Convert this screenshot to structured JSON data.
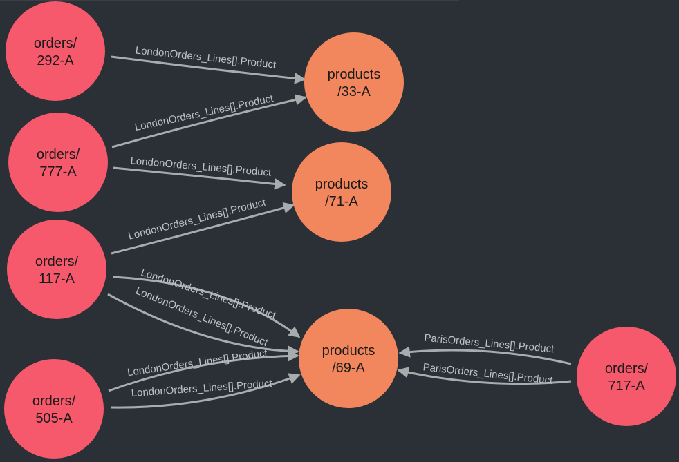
{
  "colors": {
    "background": "#2b3036",
    "order_node": "#f5596b",
    "product_node": "#f2865c",
    "edge": "#a9acaf",
    "edge_label": "#bfc2c5",
    "node_text": "#1a1a1a"
  },
  "nodes": [
    {
      "id": "o292",
      "kind": "order",
      "line1": "orders/",
      "line2": "292-A"
    },
    {
      "id": "o777",
      "kind": "order",
      "line1": "orders/",
      "line2": "777-A"
    },
    {
      "id": "o117",
      "kind": "order",
      "line1": "orders/",
      "line2": "117-A"
    },
    {
      "id": "o505",
      "kind": "order",
      "line1": "orders/",
      "line2": "505-A"
    },
    {
      "id": "o717",
      "kind": "order",
      "line1": "orders/",
      "line2": "717-A"
    },
    {
      "id": "p33",
      "kind": "product",
      "line1": "products",
      "line2": "/33-A"
    },
    {
      "id": "p71",
      "kind": "product",
      "line1": "products",
      "line2": "/71-A"
    },
    {
      "id": "p69",
      "kind": "product",
      "line1": "products",
      "line2": "/69-A"
    }
  ],
  "edges": [
    {
      "id": "e1",
      "from": "o292",
      "to": "p33",
      "label": "LondonOrders_Lines[].Product"
    },
    {
      "id": "e2",
      "from": "o777",
      "to": "p33",
      "label": "LondonOrders_Lines[].Product"
    },
    {
      "id": "e3",
      "from": "o777",
      "to": "p71",
      "label": "LondonOrders_Lines[].Product"
    },
    {
      "id": "e4",
      "from": "o117",
      "to": "p71",
      "label": "LondonOrders_Lines[].Product"
    },
    {
      "id": "e5",
      "from": "o117",
      "to": "p69",
      "label": "LondonOrders_Lines[].Product"
    },
    {
      "id": "e6",
      "from": "o117",
      "to": "p69",
      "label": "LondonOrders_Lines[].Product"
    },
    {
      "id": "e7",
      "from": "o505",
      "to": "p69",
      "label": "LondonOrders_Lines[].Product"
    },
    {
      "id": "e8",
      "from": "o505",
      "to": "p69",
      "label": "LondonOrders_Lines[].Product"
    },
    {
      "id": "e9",
      "from": "o717",
      "to": "p69",
      "label": "ParisOrders_Lines[].Product"
    },
    {
      "id": "e10",
      "from": "o717",
      "to": "p69",
      "label": "ParisOrders_Lines[].Product"
    }
  ]
}
